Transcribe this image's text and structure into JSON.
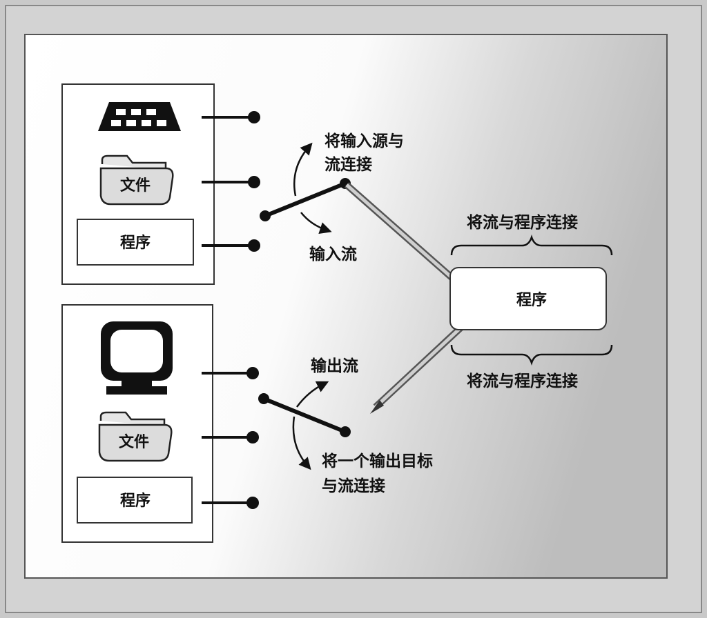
{
  "labels": {
    "input_src_line1": "将输入源与",
    "input_src_line2": "流连接",
    "input_stream": "输入流",
    "output_stream": "输出流",
    "output_target_line1": "将一个输出目标",
    "output_target_line2": "与流连接",
    "connect_program_top": "将流与程序连接",
    "connect_program_bottom": "将流与程序连接",
    "program_center": "程序"
  },
  "input_sources": {
    "file_label": "文件",
    "program_label": "程序",
    "icons": [
      "keyboard-icon",
      "folder-icon"
    ]
  },
  "output_targets": {
    "file_label": "文件",
    "program_label": "程序",
    "icons": [
      "monitor-icon",
      "folder-icon"
    ]
  },
  "colors": {
    "background": "#c9c9c9",
    "panel": "#ffffff",
    "line": "#111111",
    "pencil": "#8a8a8a"
  }
}
